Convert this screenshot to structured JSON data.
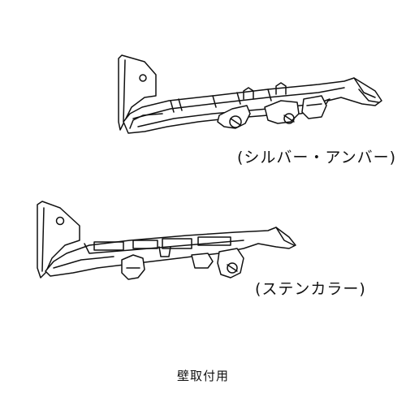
{
  "labels": {
    "top_variant": "(シルバー・アンバー)",
    "bottom_variant": "(ステンカラー)"
  },
  "caption": "壁取付用"
}
